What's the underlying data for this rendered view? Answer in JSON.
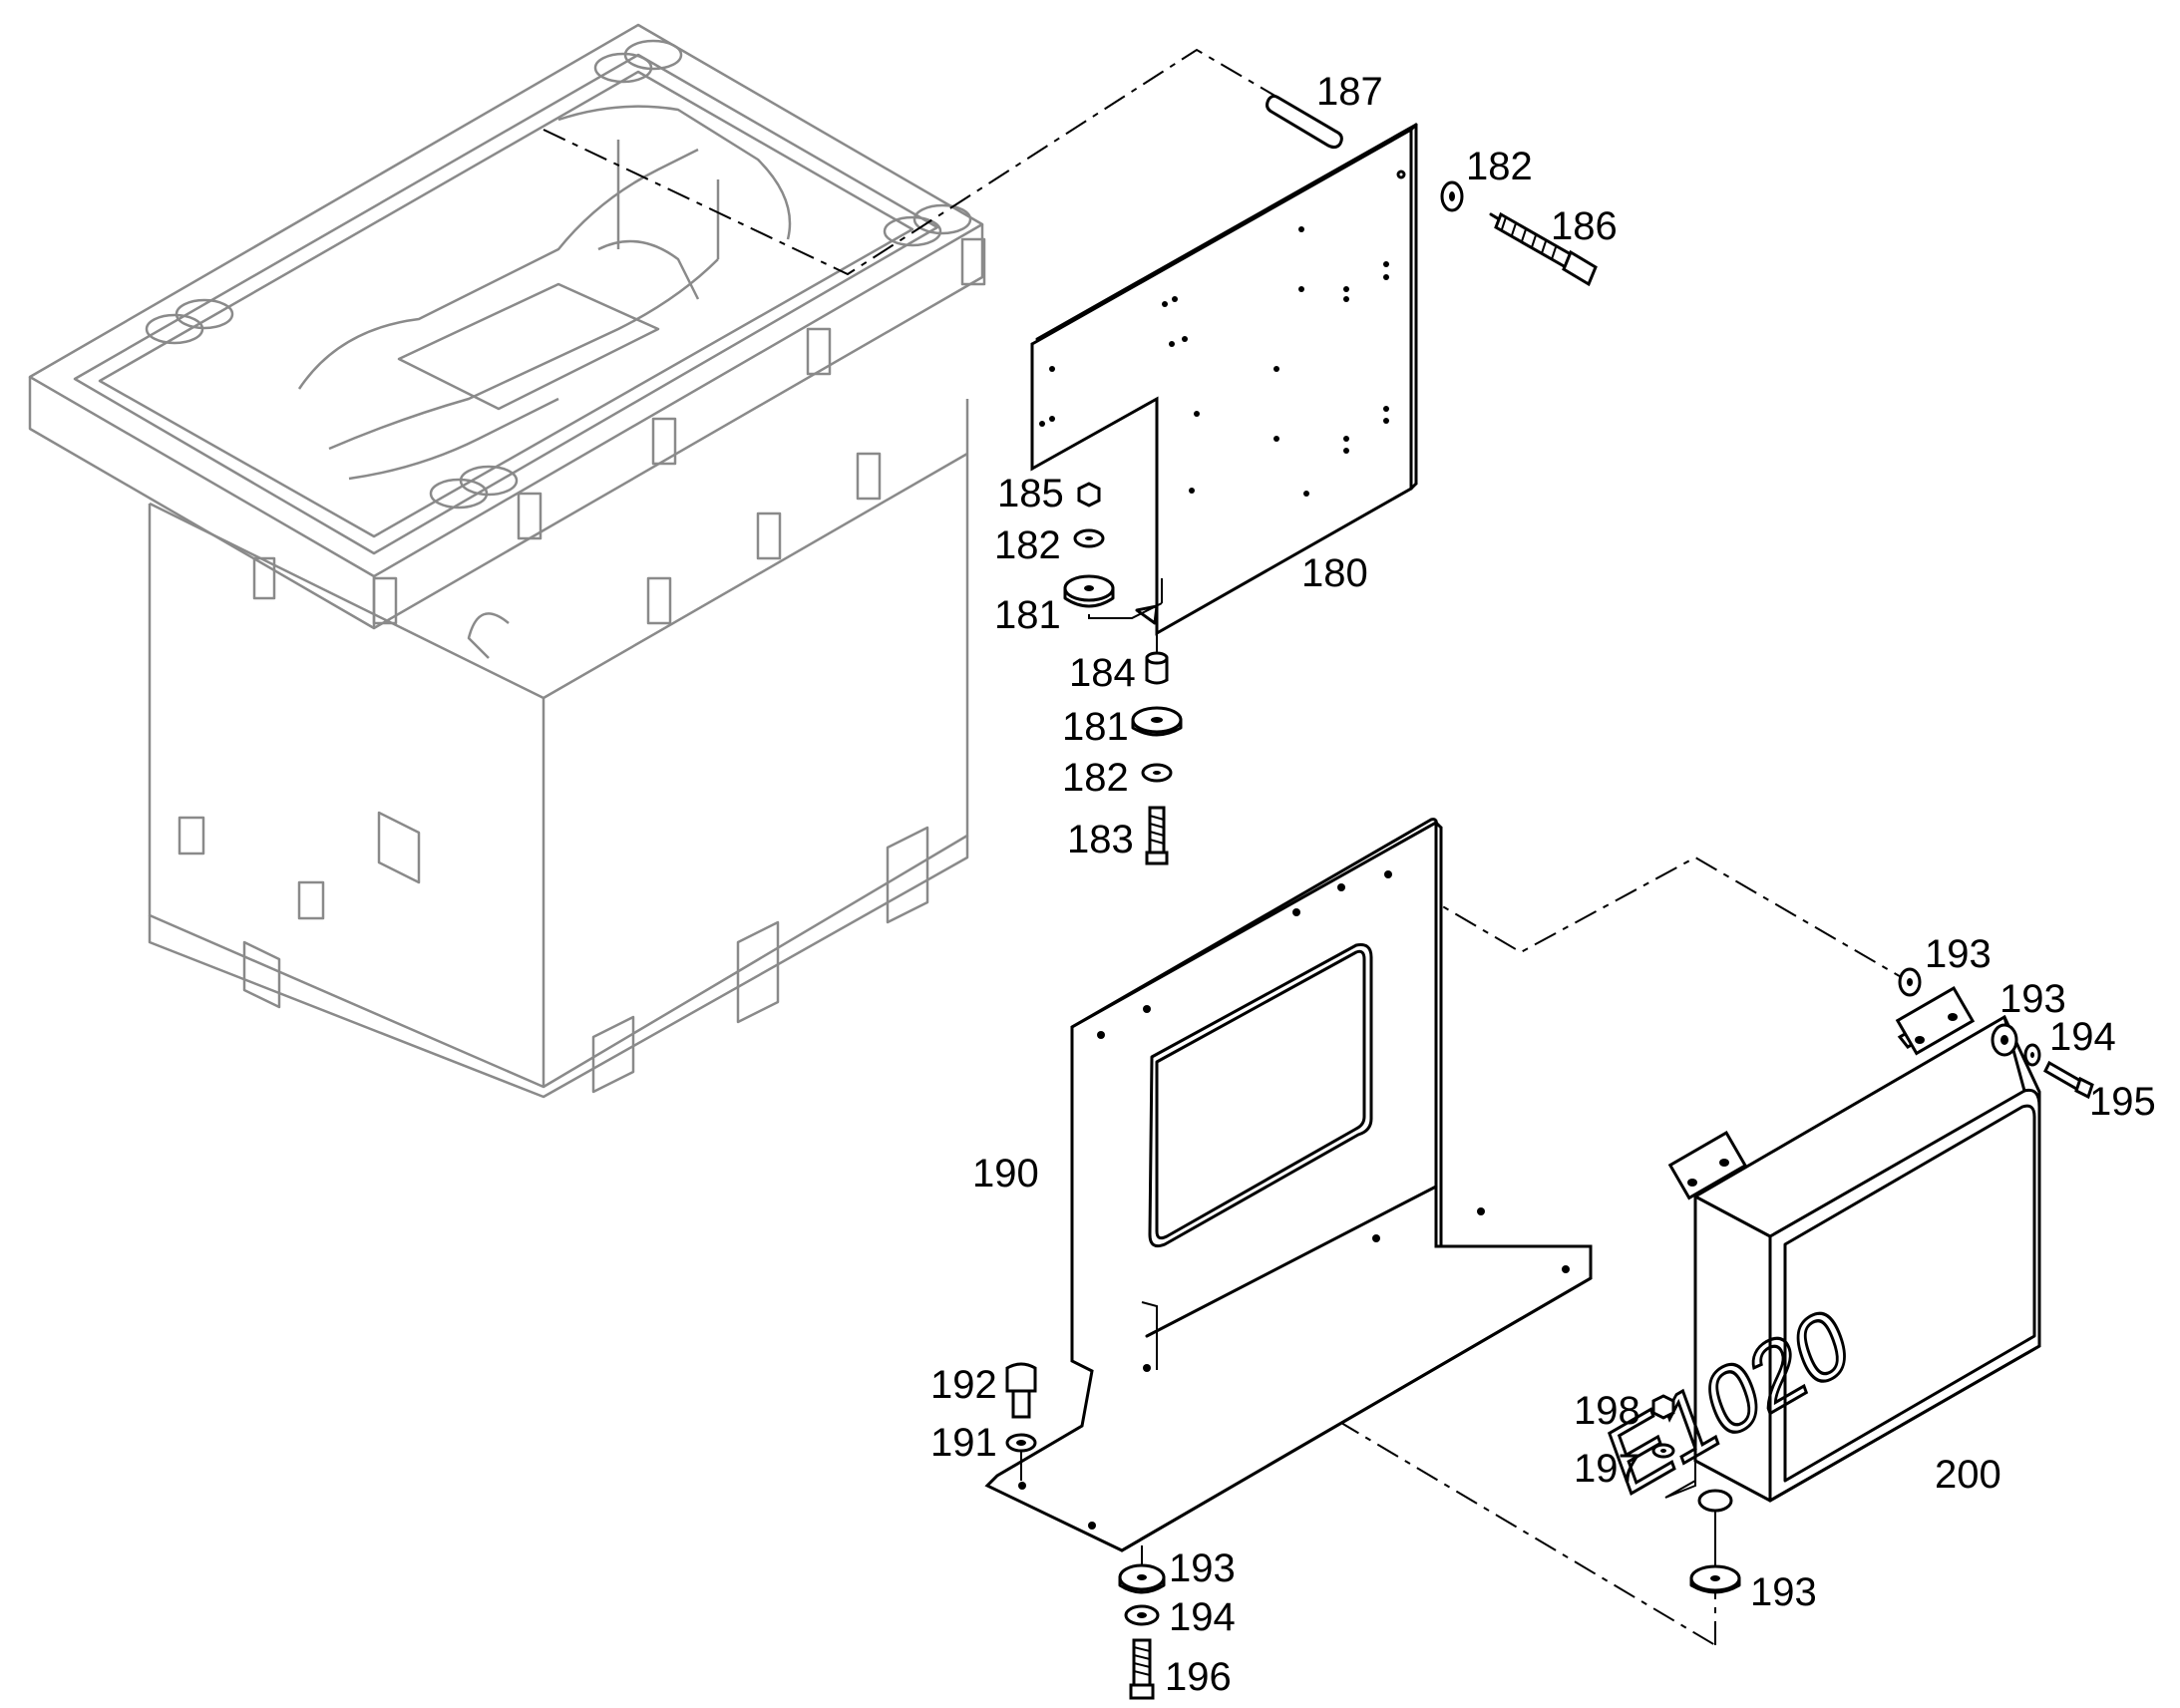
{
  "callouts": [
    {
      "id": "c187a",
      "text": "187"
    },
    {
      "id": "c182a",
      "text": "182"
    },
    {
      "id": "c186",
      "text": "186"
    },
    {
      "id": "c185",
      "text": "185"
    },
    {
      "id": "c182b",
      "text": "182"
    },
    {
      "id": "c180",
      "text": "180"
    },
    {
      "id": "c181a",
      "text": "181"
    },
    {
      "id": "c184",
      "text": "184"
    },
    {
      "id": "c181b",
      "text": "181"
    },
    {
      "id": "c182c",
      "text": "182"
    },
    {
      "id": "c183",
      "text": "183"
    },
    {
      "id": "c193a",
      "text": "193"
    },
    {
      "id": "c193b",
      "text": "193"
    },
    {
      "id": "c194a",
      "text": "194"
    },
    {
      "id": "c195",
      "text": "195"
    },
    {
      "id": "c190",
      "text": "190"
    },
    {
      "id": "c192",
      "text": "192"
    },
    {
      "id": "c191",
      "text": "191"
    },
    {
      "id": "c198",
      "text": "198"
    },
    {
      "id": "c197",
      "text": "197"
    },
    {
      "id": "c200",
      "text": "200"
    },
    {
      "id": "c193c",
      "text": "193"
    },
    {
      "id": "c194b",
      "text": "194"
    },
    {
      "id": "c193d",
      "text": "193"
    },
    {
      "id": "c196",
      "text": "196"
    }
  ],
  "device_marking": "E1020",
  "colors": {
    "line": "#000000",
    "housing_line": "#8a8a8a",
    "background": "#ffffff"
  }
}
